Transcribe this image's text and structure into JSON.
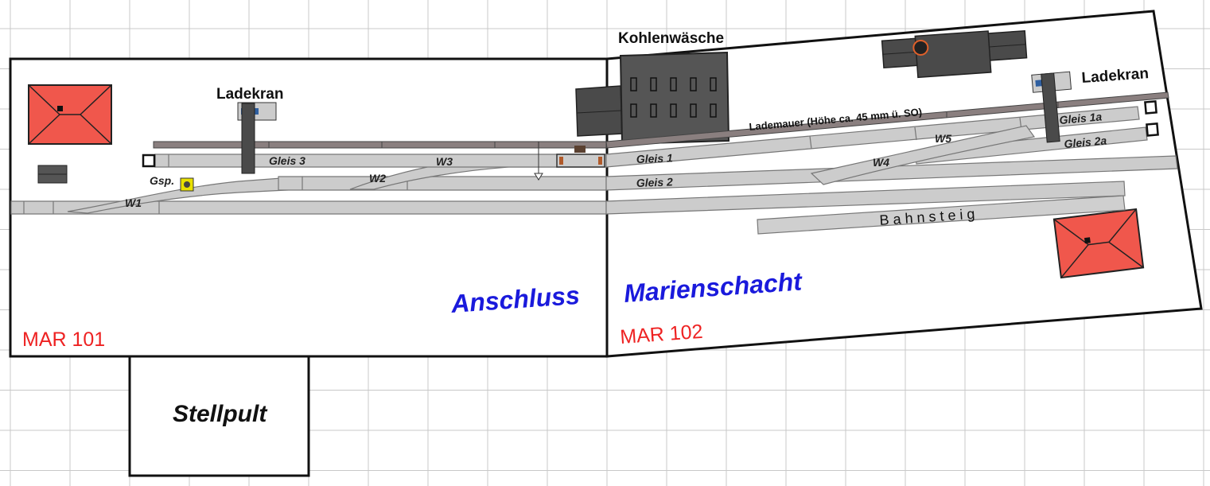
{
  "labels": {
    "kohlenwaesche": "Kohlenwäsche",
    "ladekran_left": "Ladekran",
    "ladekran_right": "Ladekran",
    "lademauer": "Lademauer (Höhe ca. 45 mm ü. SO)",
    "gleis_1": "Gleis 1",
    "gleis_2": "Gleis 2",
    "gleis_3": "Gleis 3",
    "gleis_1a": "Gleis 1a",
    "gleis_2a": "Gleis 2a",
    "w1": "W1",
    "w2": "W2",
    "w3": "W3",
    "w4": "W4",
    "w5": "W5",
    "gsp": "Gsp.",
    "bahnsteig": "Bahnsteig",
    "anschluss": "Anschluss",
    "marienschacht": "Marienschacht",
    "mar101": "MAR 101",
    "mar102": "MAR 102",
    "stellpult": "Stellpult"
  },
  "colors": {
    "grid": "#c8c8c8",
    "track": "#cccccc",
    "track_edge": "#777777",
    "building": "#555555",
    "house": "#f0574c",
    "wall": "#8a7f7f",
    "label_red": "#ee2222",
    "label_blue": "#1a1adc",
    "signal": "#e8e000"
  }
}
